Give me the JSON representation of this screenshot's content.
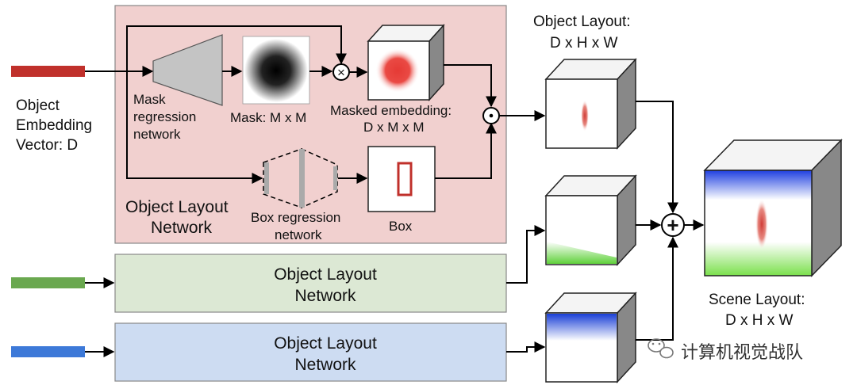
{
  "input": {
    "label_line1": "Object",
    "label_line2": "Embedding",
    "label_line3": "Vector: D",
    "colors": {
      "red": "#c0302b",
      "green": "#6aa84f",
      "blue": "#3d79d8"
    }
  },
  "top_network": {
    "title_line1": "Object Layout",
    "title_line2": "Network",
    "background": "#f1d0cf",
    "mask_regression_line1": "Mask",
    "mask_regression_line2": "regression",
    "mask_regression_line3": "network",
    "mask_label": "Mask: M x M",
    "masked_embedding_line1": "Masked embedding:",
    "masked_embedding_line2": "D x M x M",
    "box_regression_line1": "Box regression",
    "box_regression_line2": "network",
    "box_label": "Box"
  },
  "object_layout": {
    "title_line1": "Object Layout:",
    "title_line2": "D x H x W"
  },
  "green_network": {
    "line1": "Object Layout",
    "line2": "Network",
    "background": "#dce8d4"
  },
  "blue_network": {
    "line1": "Object Layout",
    "line2": "Network",
    "background": "#cddcf2"
  },
  "scene_layout": {
    "title_line1": "Scene Layout:",
    "title_line2": "D x H x W"
  },
  "operators": {
    "multiply": "×",
    "dot": "·",
    "plus": "+"
  },
  "watermark": {
    "text": "计算机视觉战队"
  }
}
